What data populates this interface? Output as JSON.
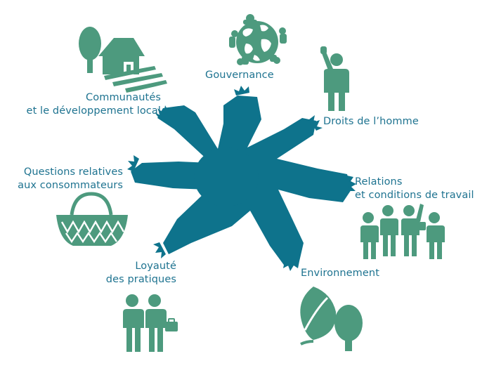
{
  "labels": {
    "gouvernance": "Gouvernance",
    "droits": "Droits de l’homme",
    "relations": [
      "Relations",
      "et conditions de travail"
    ],
    "environnement": "Environnement",
    "loyaute": [
      "Loyauté",
      "des pratiques"
    ],
    "consommateurs": [
      "Questions relatives",
      "aux consommateurs"
    ],
    "communautes": [
      "Communautés",
      "et le développement local"
    ]
  },
  "colors": {
    "center_star": "#0e738c",
    "icons": "#4d9a7e",
    "text": "#1e7390"
  }
}
